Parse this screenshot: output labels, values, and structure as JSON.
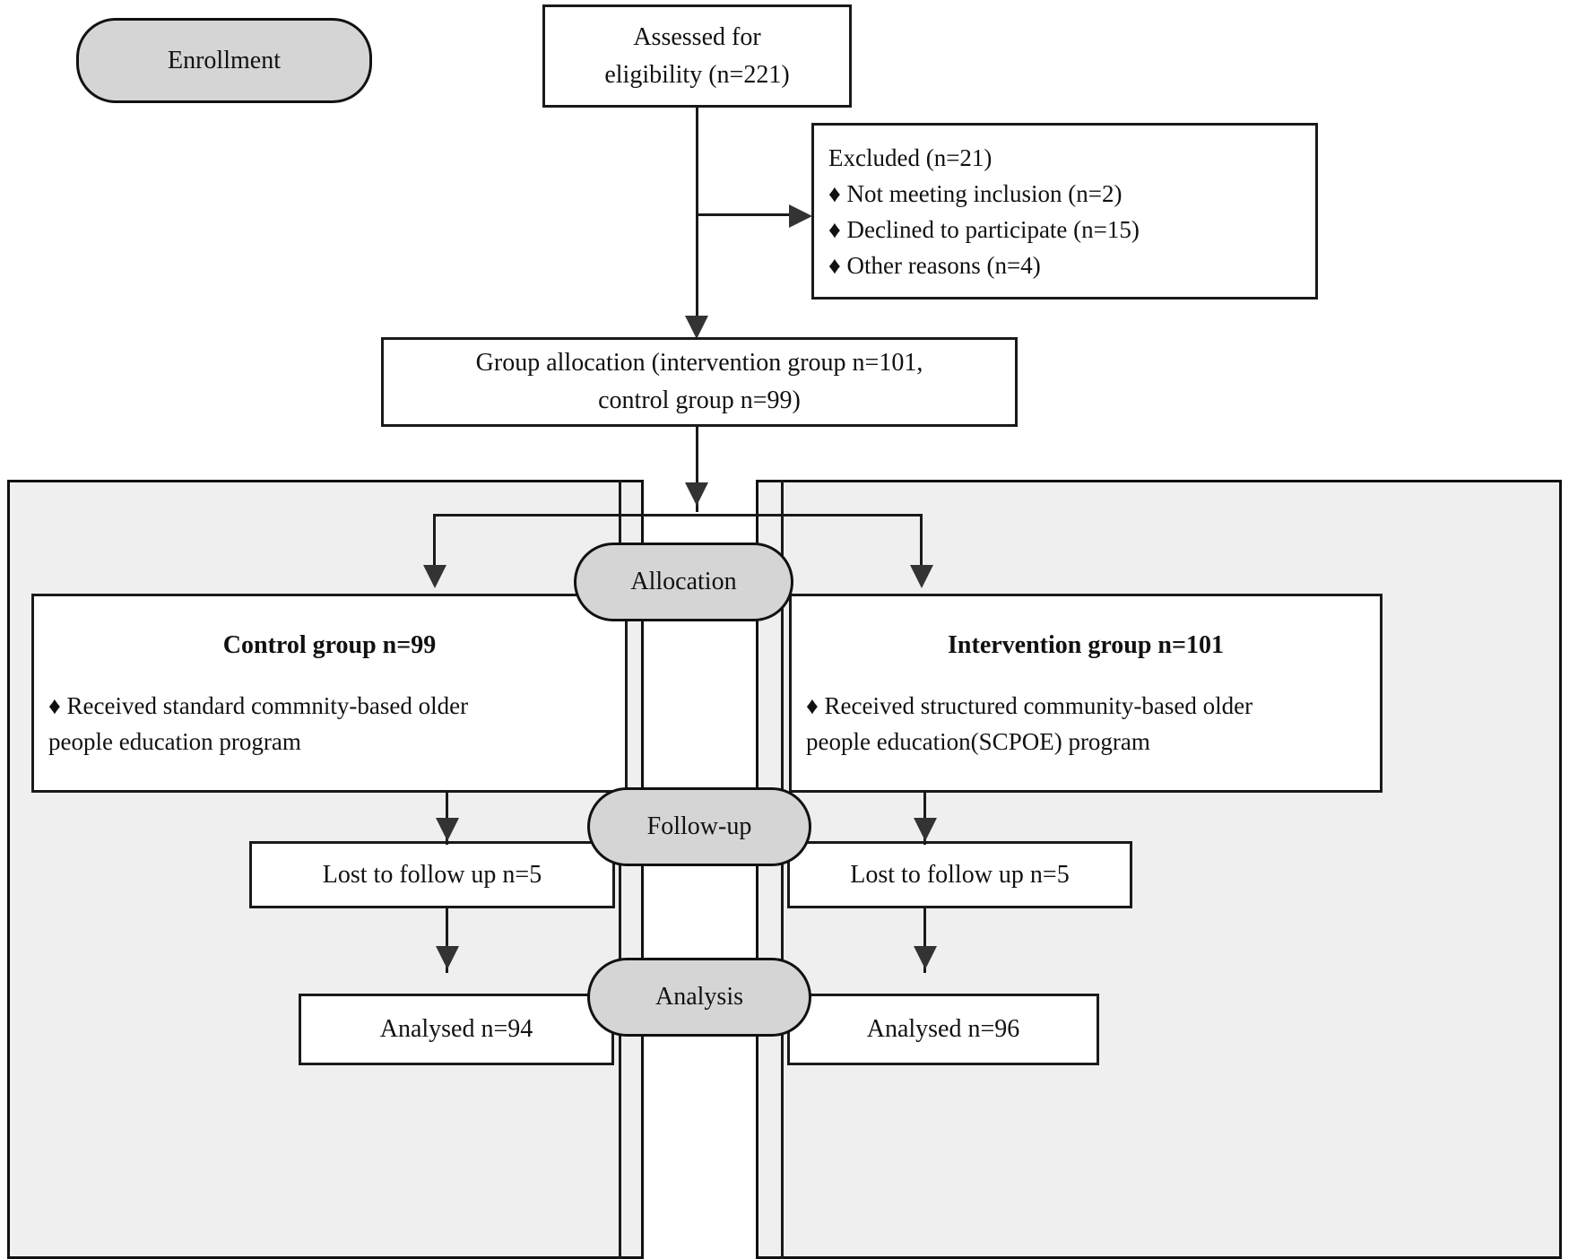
{
  "diagram": {
    "type": "consort-flow-diagram",
    "title": "CONSORT participant flow diagram",
    "colors": {
      "stage_pill_fill": "#d5d5d5",
      "shaded_panel_fill": "#efefef",
      "box_fill": "#ffffff",
      "stroke": "#1a1a1a",
      "text": "#111111"
    }
  },
  "stages": {
    "enrollment": "Enrollment",
    "allocation": "Allocation",
    "followup": "Follow-up",
    "analysis": "Analysis"
  },
  "nodes": {
    "assessed": {
      "line1": "Assessed for",
      "line2": "eligibility (n=221)",
      "n": 221
    },
    "excluded": {
      "heading": "Excluded (n=21)",
      "n": 21,
      "reasons": [
        {
          "bullet": "♦",
          "text": "Not meeting inclusion (n=2)",
          "n": 2
        },
        {
          "bullet": "♦",
          "text": "Declined to participate (n=15)",
          "n": 15
        },
        {
          "bullet": "♦",
          "text": "Other reasons (n=4)",
          "n": 4
        }
      ]
    },
    "group_allocation": {
      "line1": "Group allocation (intervention group n=101,",
      "line2": "control group n=99)",
      "intervention_n": 101,
      "control_n": 99
    },
    "control": {
      "title": "Control group n=99",
      "n": 99,
      "bullet": "♦",
      "detail_line1": "Received standard commnity-based older",
      "detail_line2": "people education program"
    },
    "intervention": {
      "title": "Intervention group n=101",
      "n": 101,
      "bullet": "♦",
      "detail_line1": "Received structured community-based older",
      "detail_line2": "people education(SCPOE) program"
    },
    "lost_control": {
      "text": "Lost to follow up n=5",
      "n": 5
    },
    "lost_intervention": {
      "text": "Lost to follow up n=5",
      "n": 5
    },
    "analysed_control": {
      "text": "Analysed n=94",
      "n": 94
    },
    "analysed_intervention": {
      "text": "Analysed n=96",
      "n": 96
    }
  }
}
